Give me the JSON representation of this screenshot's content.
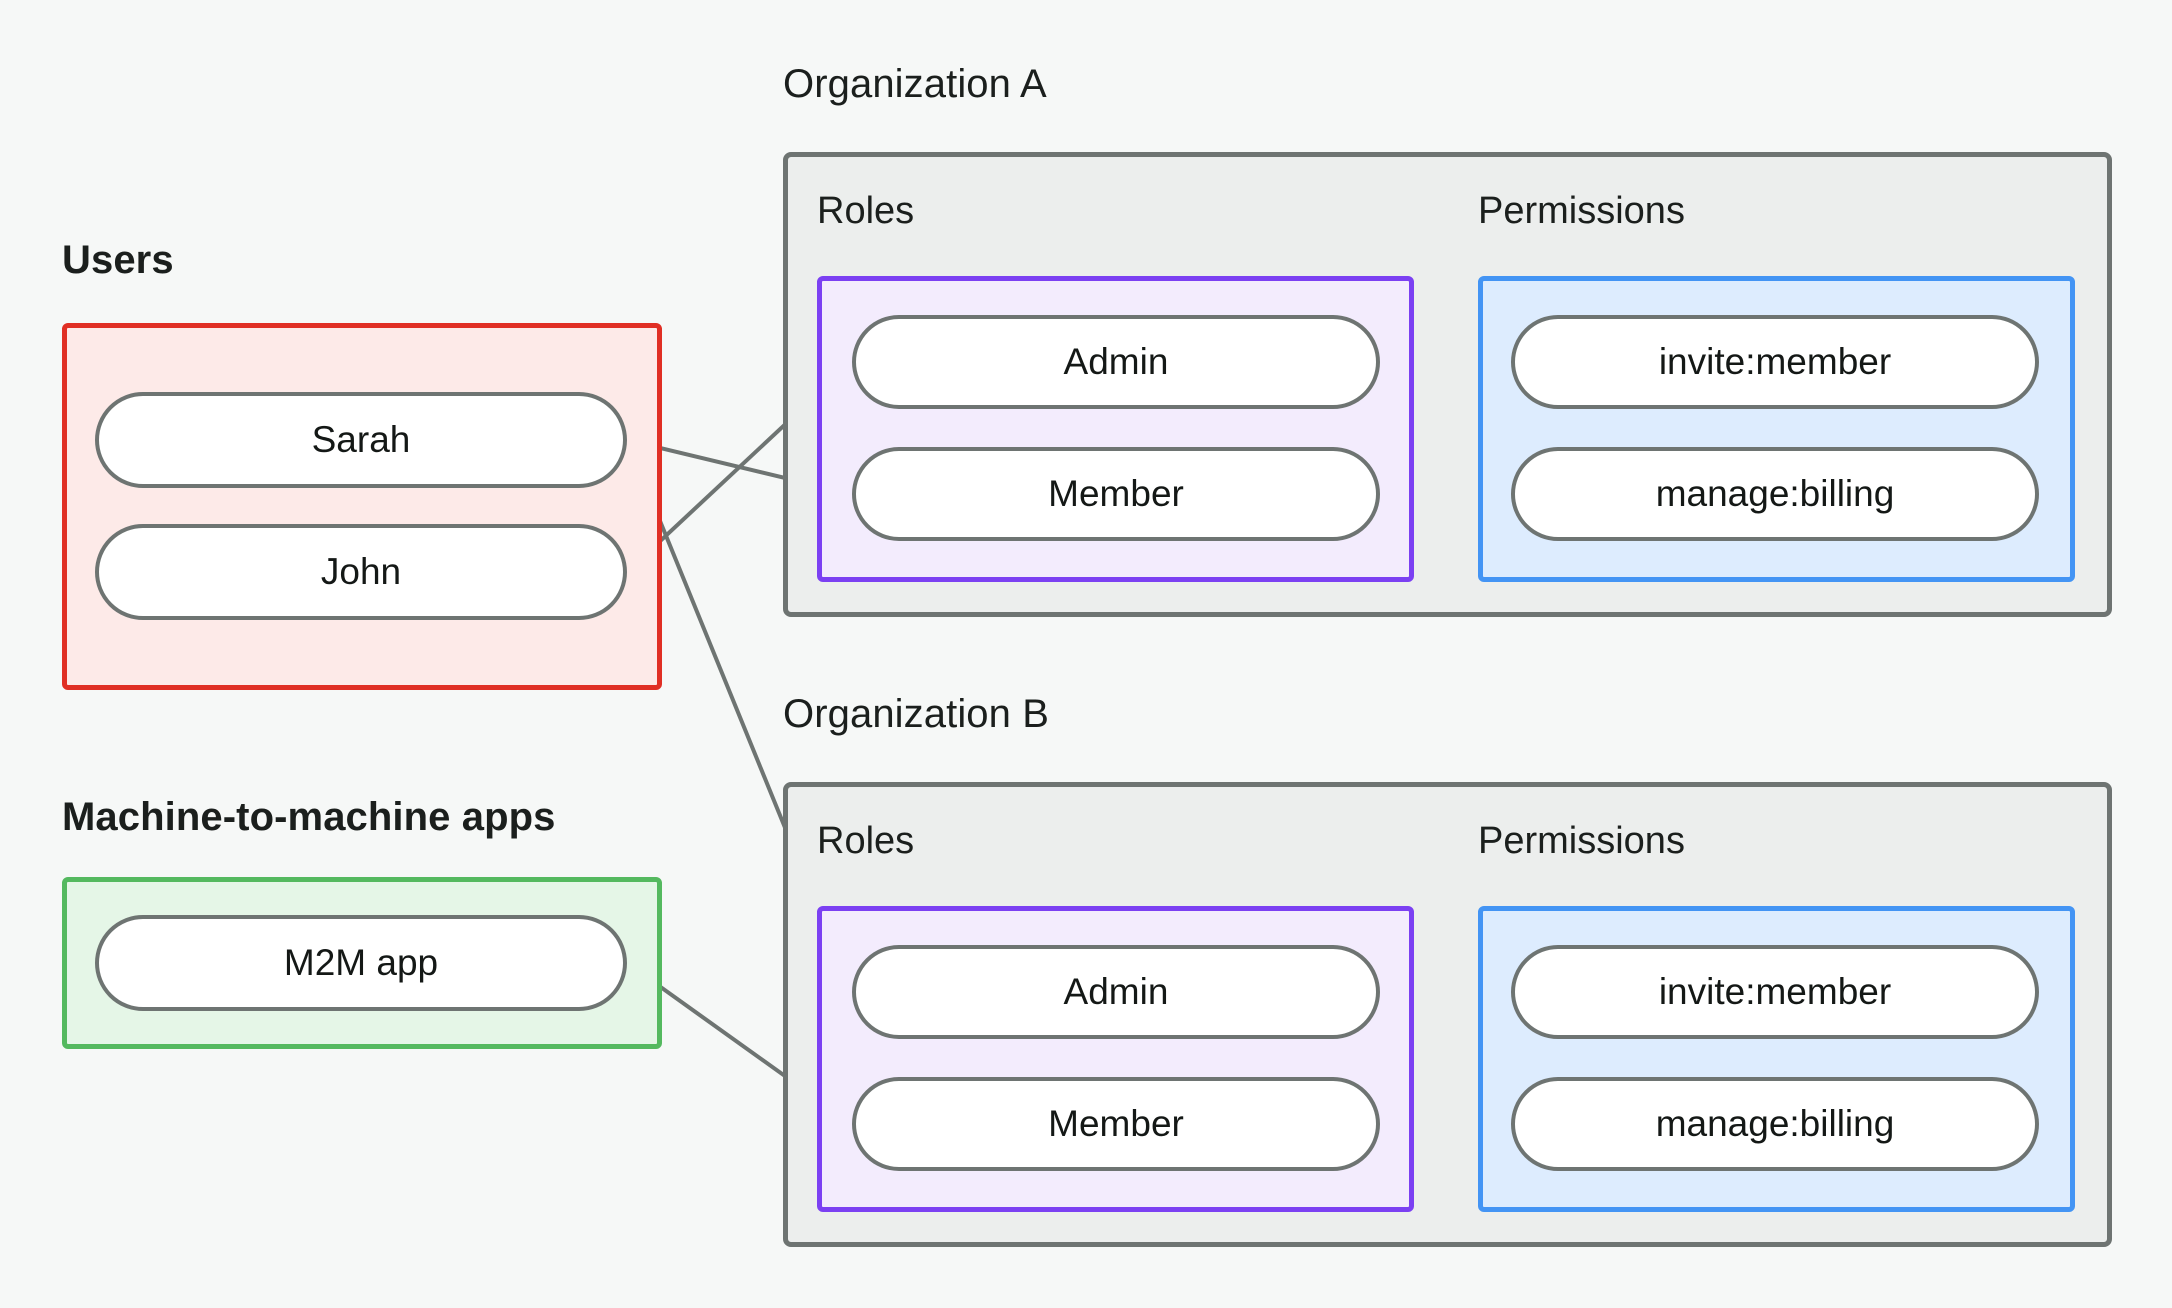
{
  "diagram": {
    "title_users": "Users",
    "title_m2m": "Machine-to-machine apps",
    "title_org_a": "Organization A",
    "title_org_b": "Organization B",
    "label_roles": "Roles",
    "label_permissions": "Permissions",
    "users": [
      {
        "label": "Sarah"
      },
      {
        "label": "John"
      }
    ],
    "m2m_apps": [
      {
        "label": "M2M app"
      }
    ],
    "org_a": {
      "name": "Organization A",
      "roles_label": "Roles",
      "permissions_label": "Permissions",
      "roles": [
        {
          "label": "Admin"
        },
        {
          "label": "Member"
        }
      ],
      "permissions": [
        {
          "label": "invite:member"
        },
        {
          "label": "manage:billing"
        }
      ]
    },
    "org_b": {
      "name": "Organization B",
      "roles_label": "Roles",
      "permissions_label": "Permissions",
      "roles": [
        {
          "label": "Admin"
        },
        {
          "label": "Member"
        }
      ],
      "permissions": [
        {
          "label": "invite:member"
        },
        {
          "label": "manage:billing"
        }
      ]
    },
    "colors": {
      "background": "#f6f8f7",
      "users_border": "#e02f24",
      "users_fill": "#fdeae8",
      "m2m_border": "#54b95f",
      "m2m_fill": "#e5f6e7",
      "org_border": "#6e7472",
      "org_fill": "#eceeed",
      "roles_border": "#7b40f2",
      "roles_fill": "#f3ecfd",
      "perms_border": "#4394f4",
      "perms_fill": "#ddecfe",
      "node_border": "#6e7472",
      "node_fill": "#ffffff",
      "edge": "#6e7472",
      "text": "#1b1f1d"
    },
    "edges": [
      {
        "from": "users.Sarah",
        "to": "org_a.roles.Member"
      },
      {
        "from": "users.John",
        "to": "org_a.roles.Admin"
      },
      {
        "from": "users.Sarah",
        "to": "org_b.roles.Admin"
      },
      {
        "from": "m2m.M2M app",
        "to": "org_b.roles.Member"
      },
      {
        "from": "org_a.roles.Admin",
        "to": "org_a.permissions.invite:member"
      },
      {
        "from": "org_a.roles.Admin",
        "to": "org_a.permissions.manage:billing"
      },
      {
        "from": "org_a.roles.Member",
        "to": "org_a.permissions.manage:billing"
      },
      {
        "from": "org_b.roles.Admin",
        "to": "org_b.permissions.invite:member"
      },
      {
        "from": "org_b.roles.Admin",
        "to": "org_b.permissions.manage:billing"
      },
      {
        "from": "org_b.roles.Member",
        "to": "org_b.permissions.manage:billing"
      }
    ]
  }
}
